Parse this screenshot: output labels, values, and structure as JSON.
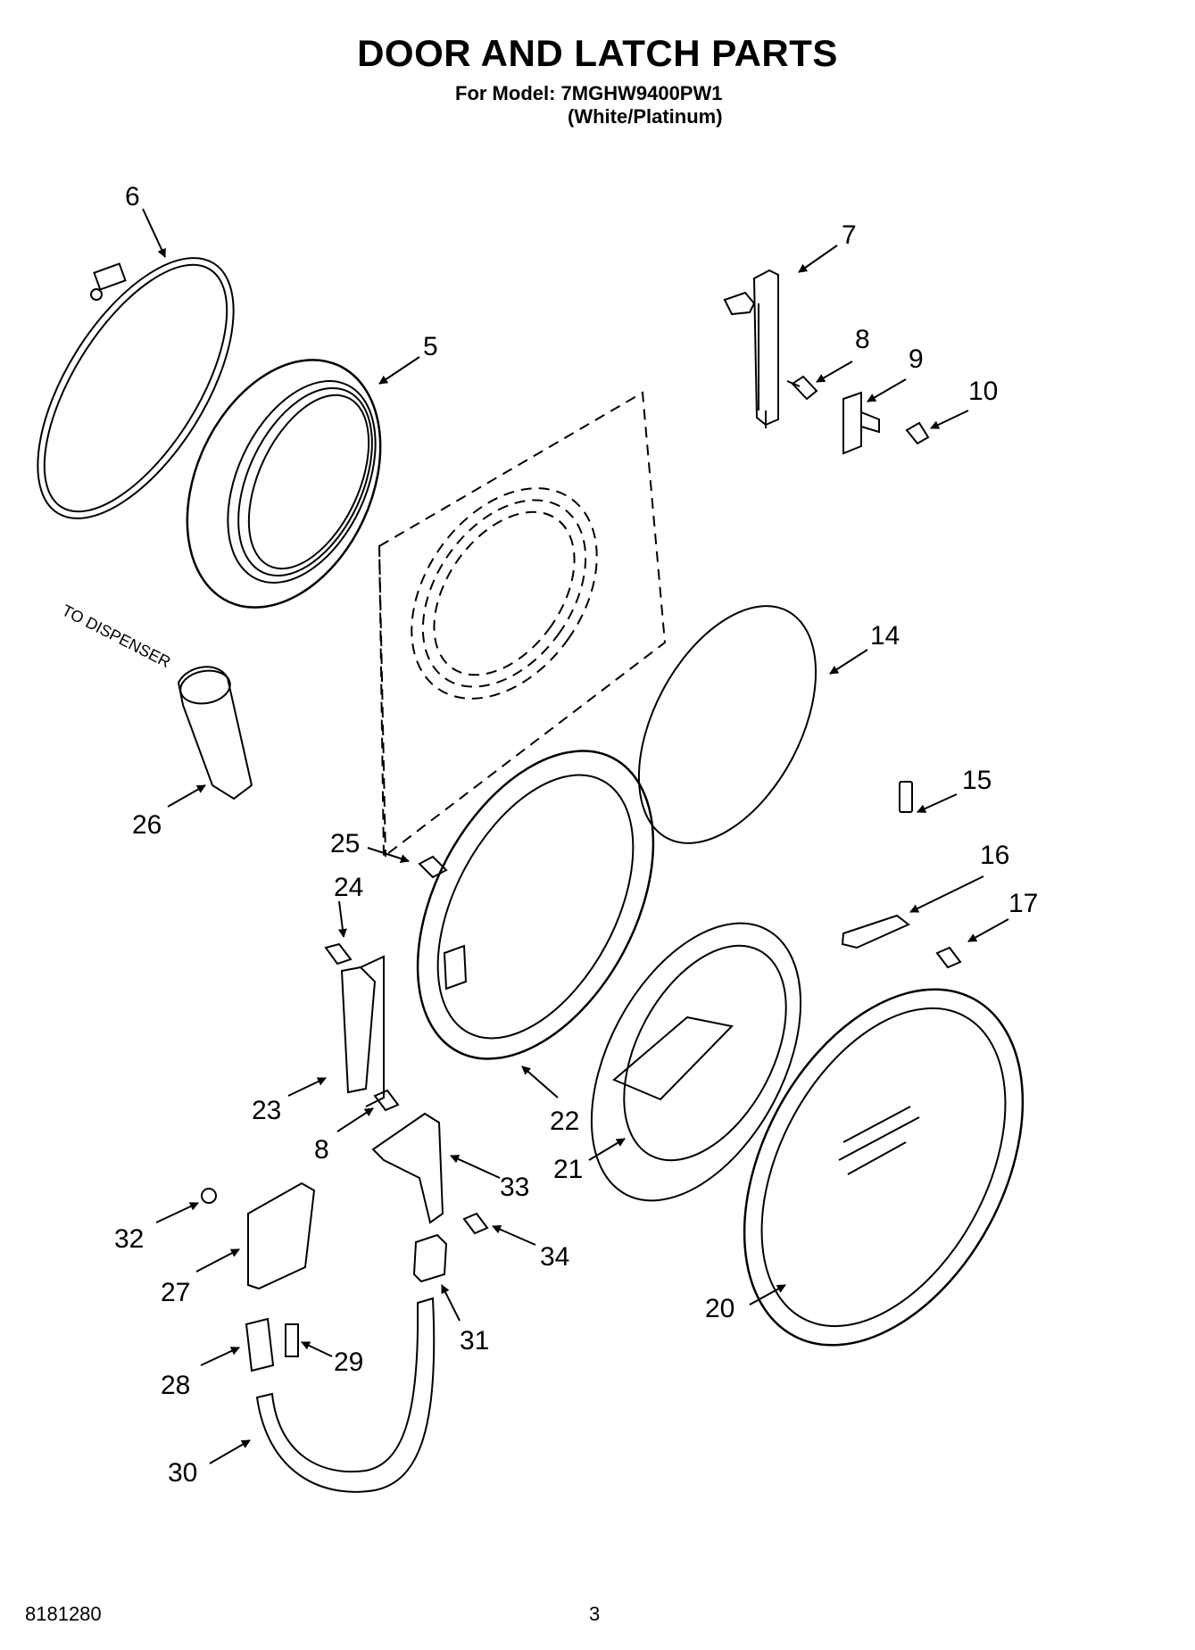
{
  "header": {
    "title": "DOOR AND LATCH PARTS",
    "model_line": "For Model: 7MGHW9400PW1",
    "color_line": "(White/Platinum)"
  },
  "labels": {
    "to_dispenser": "TO DISPENSER"
  },
  "callouts": {
    "c5": "5",
    "c6": "6",
    "c7": "7",
    "c8a": "8",
    "c8b": "8",
    "c9": "9",
    "c10": "10",
    "c14": "14",
    "c15": "15",
    "c16": "16",
    "c17": "17",
    "c20": "20",
    "c21": "21",
    "c22": "22",
    "c23": "23",
    "c24": "24",
    "c25": "25",
    "c26": "26",
    "c27": "27",
    "c28": "28",
    "c29": "29",
    "c30": "30",
    "c31": "31",
    "c32": "32",
    "c33": "33",
    "c34": "34"
  },
  "footer": {
    "doc_number": "8181280",
    "page_number": "3"
  }
}
